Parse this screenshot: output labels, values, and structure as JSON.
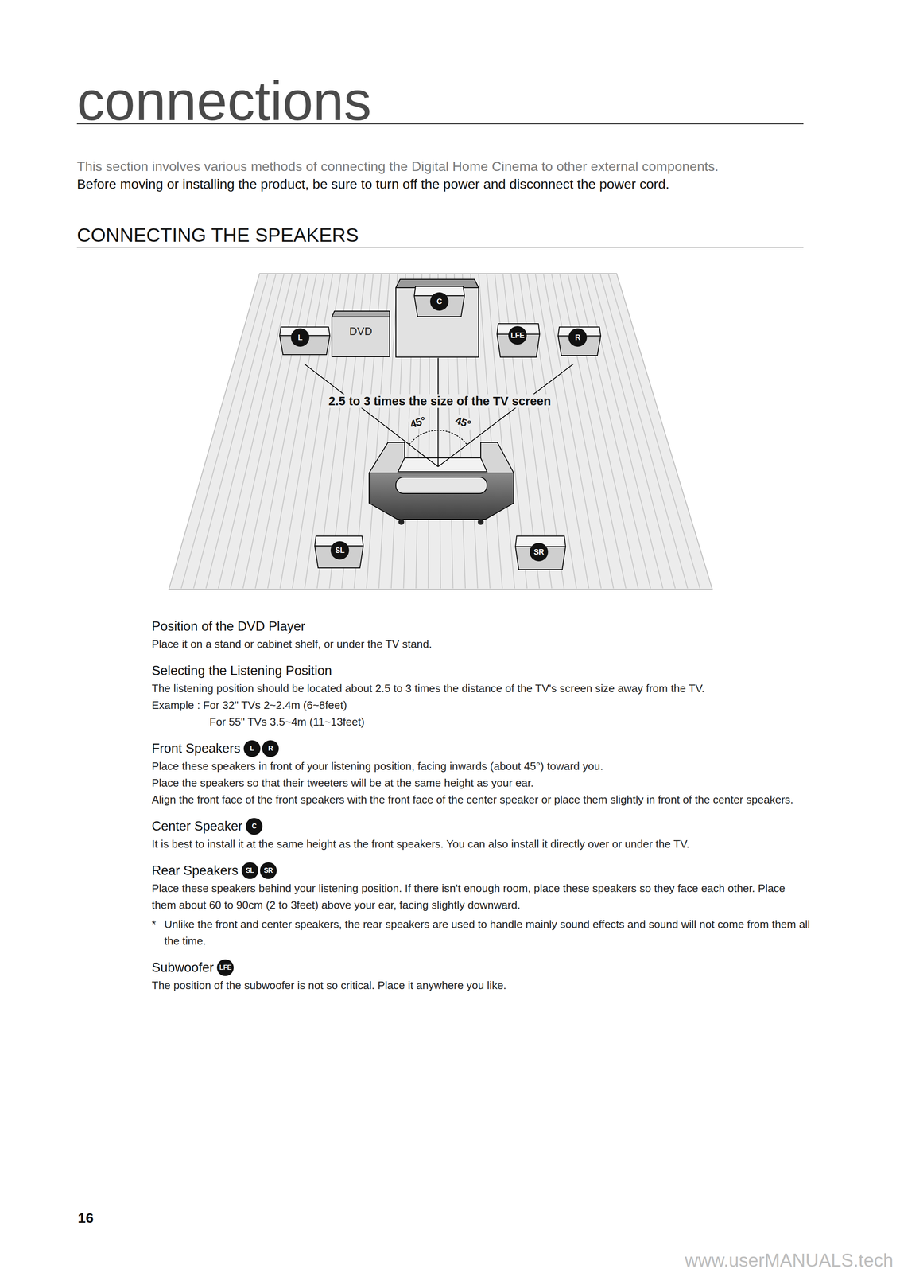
{
  "diagram": {
    "title": "connections",
    "nodes": [
      {
        "text": [
          "C"
        ]
      },
      {
        "text": [
          "L"
        ]
      },
      {
        "text": [
          "DVD"
        ]
      },
      {
        "text": [
          "LFE"
        ]
      },
      {
        "text": [
          "R"
        ]
      },
      {
        "text": [
          "SL"
        ]
      },
      {
        "text": [
          "SR"
        ]
      }
    ],
    "labels": [
      "This section involves various methods of connecting the Digital Home Cinema to other external components.",
      "Before moving or installing the product, be sure to turn off the power and disconnect the power cord.",
      "CONNECTING THE SPEAKERS",
      "2.5 to 3 times the size of the TV screen",
      "45°",
      "45°",
      "Position of the DVD Player",
      "Place it on a stand or cabinet shelf, or under the TV stand.",
      "Selecting the Listening Position",
      "The listening position should be located about 2.5 to 3 times the distance of the TV's screen size away from the TV.",
      "Example : For 32\" TVs 2~2.4m (6~8feet)",
      "For 55\" TVs 3.5~4m (11~13feet)",
      "Front Speakers",
      "L",
      "R",
      "Place these speakers in front of your listening position, facing inwards (about 45°) toward you.",
      "Place the speakers so that their tweeters will be at the same height as your ear.",
      "Align the front face of the front speakers with the front face of the center speaker or place them slightly in front of the center speakers.",
      "Center Speaker",
      "C",
      "It is best to install it at the same height as the front speakers. You can also install it directly over or under the TV.",
      "Rear Speakers",
      "SL",
      "SR",
      "Place these speakers behind your listening position. If there isn't enough room, place these speakers so they face each other. Place them about 60 to 90cm (2 to 3feet) above your ear, facing slightly downward.",
      "*",
      "Unlike the front and center speakers, the rear speakers are used to handle mainly sound effects and sound will not come from them all the time.",
      "Subwoofer",
      "LFE",
      "The position of the subwoofer is not so critical. Place it anywhere you like.",
      "16",
      "www.userMANUALS.tech"
    ]
  }
}
